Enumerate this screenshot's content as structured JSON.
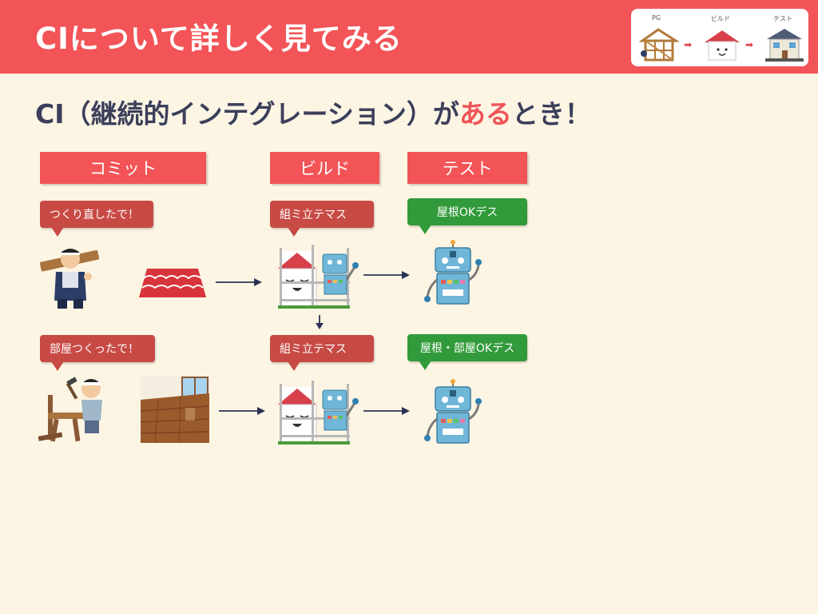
{
  "header": {
    "title": "CIについて詳しく見てみる",
    "mini_flow": {
      "labels": [
        "PG",
        "ビルド",
        "テスト"
      ]
    }
  },
  "subtitle": {
    "prefix": "CI（継続的インテグレーション）が",
    "accent": "ある",
    "suffix": "とき！"
  },
  "stages": {
    "commit": "コミット",
    "build": "ビルド",
    "test": "テスト"
  },
  "bubbles": {
    "commit_1": "つくり直したで！",
    "build_1": "組ミ立テマス",
    "test_1": "屋根OKデス",
    "commit_2": "部屋つくったで！",
    "build_2": "組ミ立テマス",
    "test_2": "屋根・部屋OKデス"
  },
  "colors": {
    "header": "#f25457",
    "accent": "#ef5457",
    "background": "#fdf5e4",
    "bubble_red": "#c84a45",
    "bubble_green": "#319a3a",
    "text_dark": "#3b3f5a"
  }
}
